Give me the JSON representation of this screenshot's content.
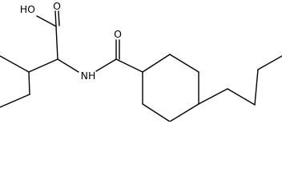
{
  "molecule": {
    "atom_labels": {
      "hydroxyl": "HO",
      "carboxyl_oxygen": "O",
      "amide_oxygen": "O",
      "amide_nitrogen": "NH"
    }
  },
  "colors": {
    "bond": "#000000",
    "text": "#000000",
    "background": "#ffffff"
  }
}
